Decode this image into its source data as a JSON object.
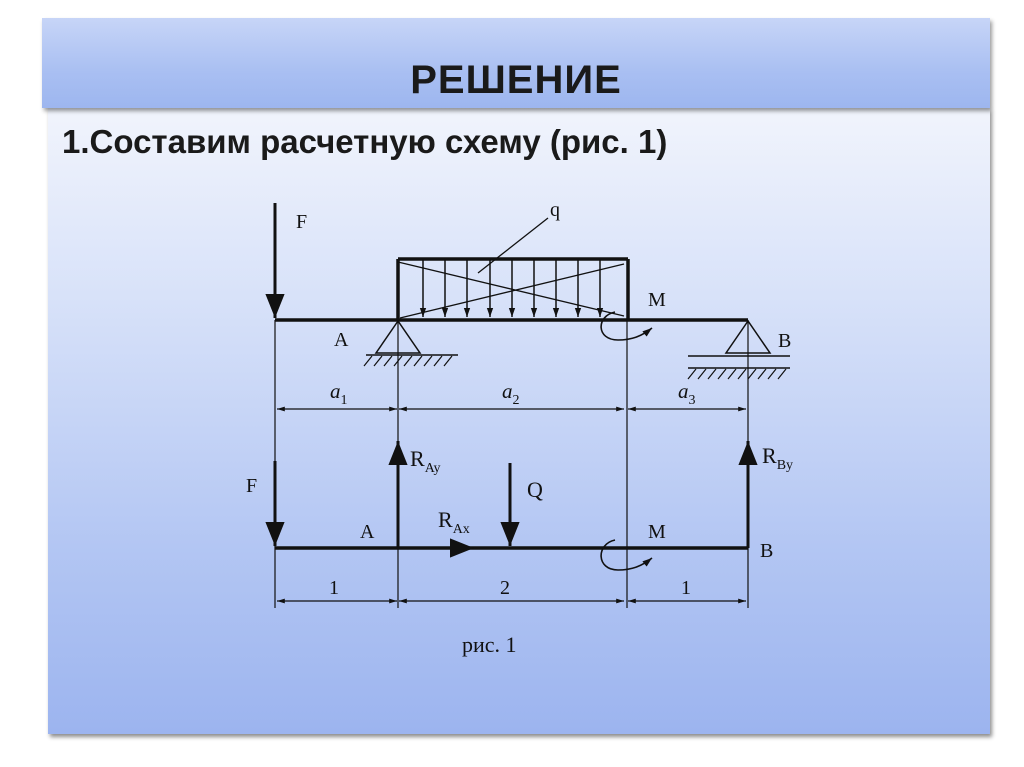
{
  "slide": {
    "title": "РЕШЕНИЕ",
    "step": "1.Составим расчетную схему (рис. 1)"
  },
  "diagram": {
    "caption": "рис. 1",
    "upper": {
      "force": "F",
      "distributed_load": "q",
      "moment": "M",
      "support_a": "A",
      "support_b": "B",
      "dim_a1_base": "a",
      "dim_a1_sub": "1",
      "dim_a2_base": "a",
      "dim_a2_sub": "2",
      "dim_a3_base": "a",
      "dim_a3_sub": "3"
    },
    "lower": {
      "force": "F",
      "resultant": "Q",
      "moment": "M",
      "point_a": "A",
      "point_b": "B",
      "r_ay_base": "R",
      "r_ay_sub": "Ay",
      "r_ax_base": "R",
      "r_ax_sub": "Ax",
      "r_by_base": "R",
      "r_by_sub": "By",
      "dim_1": "1",
      "dim_2": "2",
      "dim_3": "1"
    }
  }
}
